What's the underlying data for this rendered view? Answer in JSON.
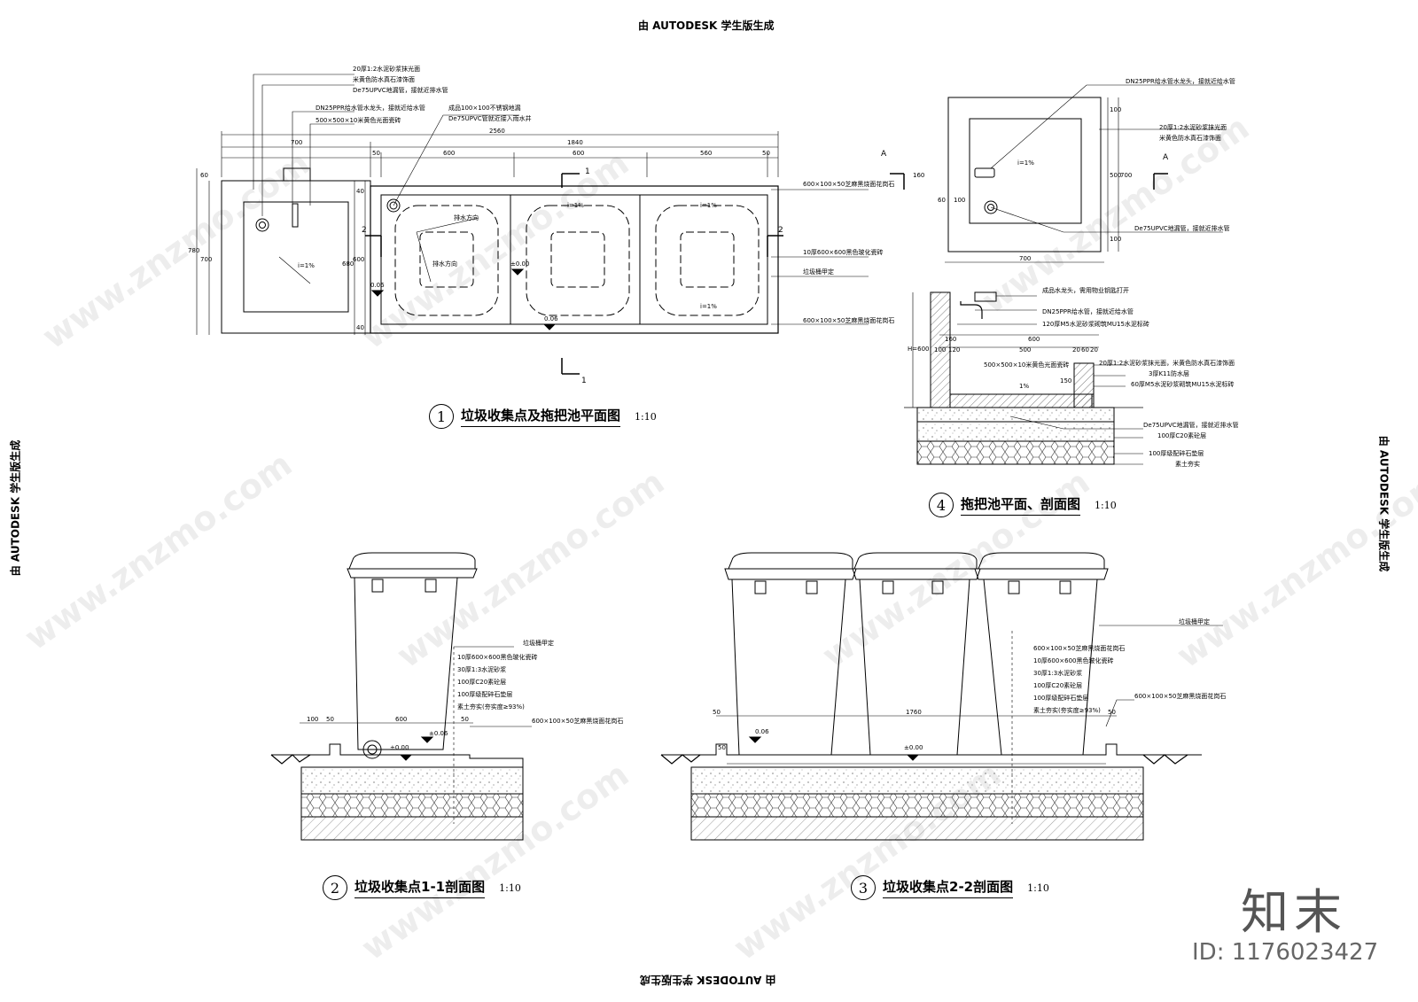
{
  "stamps": {
    "top": "由 AUTODESK 学生版生成",
    "bottom": "由 AUTODESK 学生版生成",
    "left": "由 AUTODESK 学生版生成",
    "right": "由 AUTODESK 学生版生成"
  },
  "watermark": "www.znzmo.com",
  "logo": "知末",
  "id_text": "ID: 1176023427",
  "drawings": [
    {
      "num": "1",
      "title": "垃圾收集点及拖把池平面图",
      "scale": "1:10"
    },
    {
      "num": "4",
      "title": "拖把池平面、剖面图",
      "scale": "1:10"
    },
    {
      "num": "2",
      "title": "垃圾收集点1-1剖面图",
      "scale": "1:10"
    },
    {
      "num": "3",
      "title": "垃圾收集点2-2剖面图",
      "scale": "1:10"
    }
  ],
  "plan1": {
    "notes": [
      "20厚1:2水泥砂浆抹光面",
      "米黄色防水真石漆饰面",
      "De75UPVC地漏管，接就近排水管",
      "DN25PPR给水管水龙头，接就近给水管",
      "500×500×10米黄色光面瓷砖",
      "成品100×100不锈钢地漏",
      "De75UPVC管就近接入雨水井"
    ],
    "right_notes": [
      "600×100×50芝麻黑烧面花岗石",
      "10厚600×600黑色玻化瓷砖",
      "垃圾桶甲定",
      "600×100×50芝麻黑烧面花岗石"
    ],
    "dims_top": [
      "2560",
      "700",
      "1840",
      "50",
      "600",
      "600",
      "560",
      "50"
    ],
    "dims_left": [
      "60",
      "780",
      "700",
      "40",
      "680",
      "600",
      "40"
    ],
    "labels": [
      "排水方向",
      "排水方向",
      "i=1%",
      "i=1%",
      "i=1%",
      "i=1%",
      "±0.00",
      "0.06",
      "0.06",
      "1",
      "1",
      "2",
      "2"
    ]
  },
  "plan4": {
    "notes": [
      "DN25PPR给水管水龙头，接就近给水管",
      "20厚1:2水泥砂浆抹光面",
      "米黄色防水真石漆饰面",
      "De75UPVC地漏管，接就近排水管"
    ],
    "dims": [
      "100",
      "500",
      "700",
      "100",
      "160",
      "60",
      "100",
      "700"
    ],
    "labels": [
      "A",
      "A",
      "i=1%"
    ]
  },
  "section4": {
    "notes": [
      "成品水龙头，需用物业钥匙打开",
      "DN25PPR给水管，接就近给水管",
      "120厚M5水泥砂浆砌筑MU15水泥标砖",
      "20厚1:2水泥砂浆抹光面，米黄色防水真石漆饰面",
      "3厚K11防水层",
      "60厚M5水泥砂浆砌筑MU15水泥标砖",
      "De75UPVC地漏管，接就近排水管",
      "100厚C20素砼层",
      "100厚级配碎石垫层",
      "素土夯实"
    ],
    "dims": [
      "H=600",
      "600",
      "160",
      "100",
      "120",
      "500",
      "20",
      "60",
      "20",
      "150",
      "1%",
      "500×500×10米黄色光面瓷砖"
    ]
  },
  "section2": {
    "notes": [
      "垃圾桶甲定",
      "10厚600×600黑色玻化瓷砖",
      "30厚1:3水泥砂浆",
      "100厚C20素砼层",
      "100厚级配碎石垫层",
      "素土夯实(夯实度≥93%)",
      "600×100×50芝麻黑烧面花岗石"
    ],
    "dims": [
      "100",
      "50",
      "600",
      "50"
    ],
    "labels": [
      "±0.06",
      "±0.00"
    ]
  },
  "section3": {
    "notes": [
      "垃圾桶甲定",
      "600×100×50芝麻黑烧面花岗石",
      "10厚600×600黑色玻化瓷砖",
      "30厚1:3水泥砂浆",
      "100厚C20素砼层",
      "100厚级配碎石垫层",
      "素土夯实(夯实度≥93%)",
      "600×100×50芝麻黑烧面花岗石"
    ],
    "dims": [
      "50",
      "1760",
      "50",
      "50"
    ],
    "labels": [
      "0.06",
      "±0.00"
    ]
  }
}
